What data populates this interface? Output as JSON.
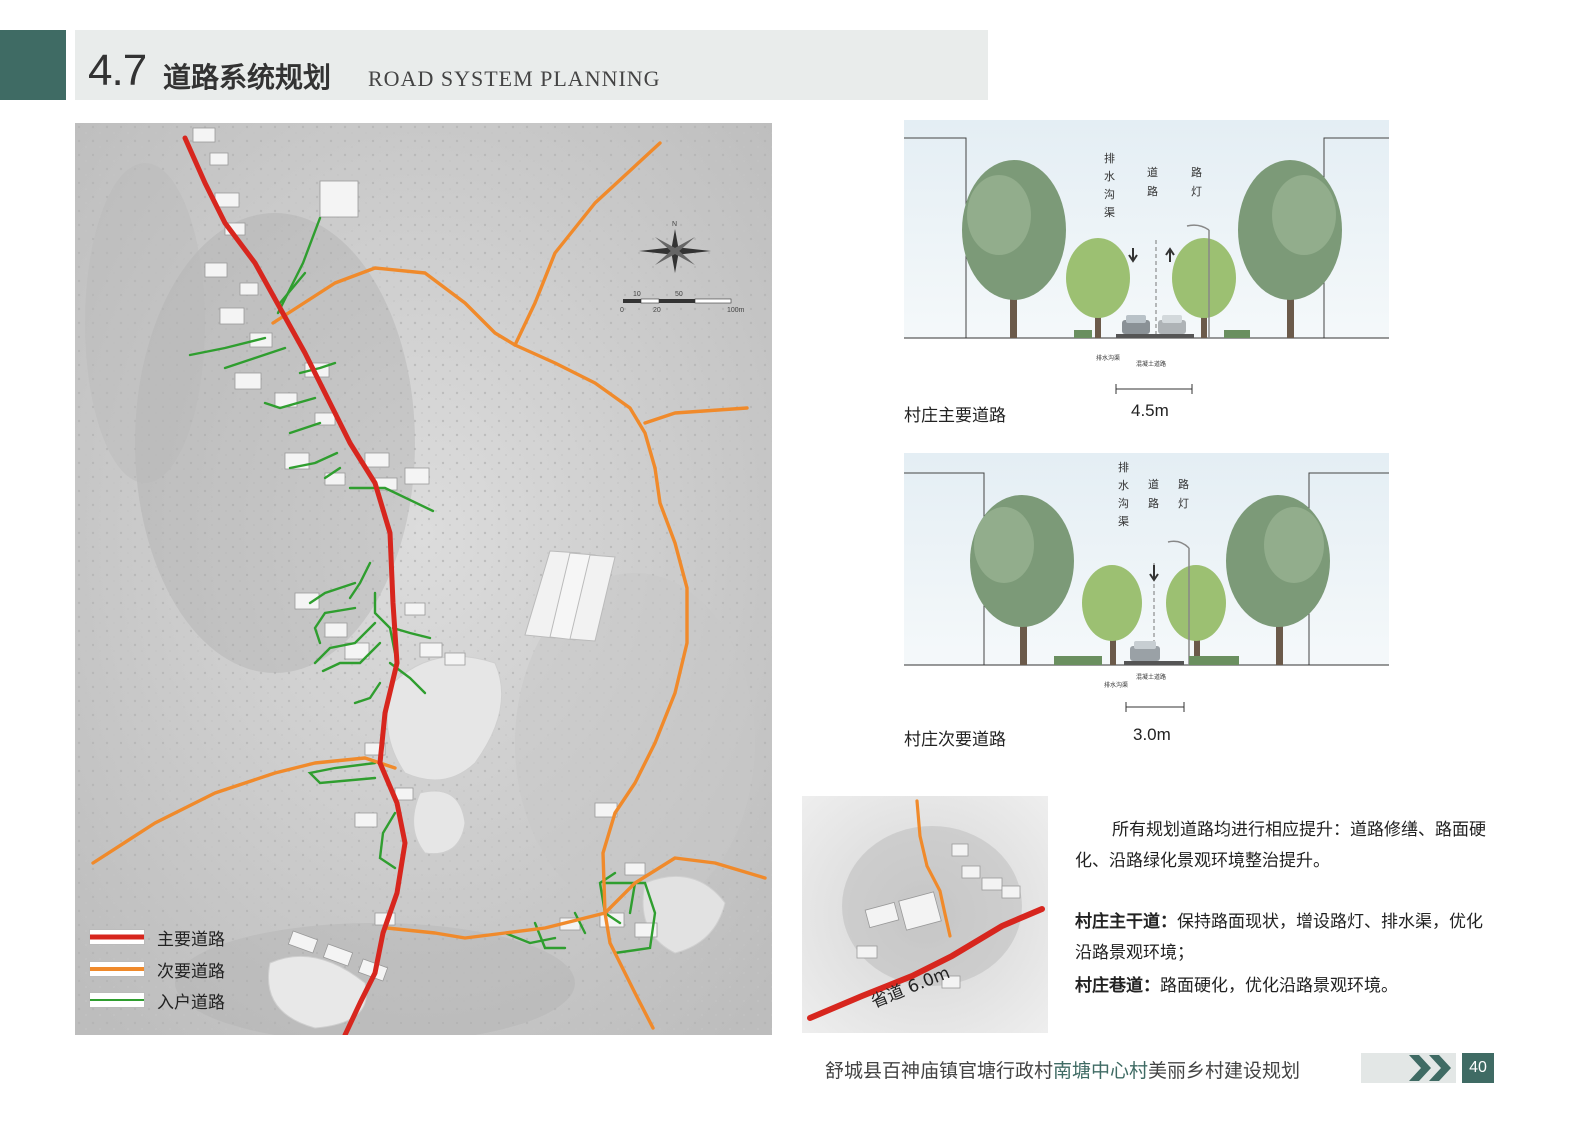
{
  "header": {
    "section_number": "4.7",
    "title_cn": "道路系统规划",
    "title_en": "ROAD SYSTEM PLANNING"
  },
  "map": {
    "scale_labels": [
      "10",
      "50",
      "0",
      "20",
      "100m"
    ],
    "north_label": "N",
    "colors": {
      "main_road": "#d7261e",
      "secondary_road": "#f08a2b",
      "entry_road": "#2f9e2f"
    }
  },
  "legend": [
    {
      "label": "主要道路",
      "color": "#d7261e"
    },
    {
      "label": "次要道路",
      "color": "#f08a2b"
    },
    {
      "label": "入户道路",
      "color": "#2f9e2f"
    }
  ],
  "sections": [
    {
      "name": "村庄主要道路",
      "width": "4.5m",
      "labels": {
        "drain": [
          "排",
          "水",
          "沟",
          "渠"
        ],
        "road": [
          "道",
          "路"
        ],
        "lamp": [
          "路",
          "灯"
        ],
        "drain_bottom": "排水沟渠",
        "road_bottom": "混凝土道路"
      }
    },
    {
      "name": "村庄次要道路",
      "width": "3.0m",
      "labels": {
        "drain": [
          "排",
          "水",
          "沟",
          "渠"
        ],
        "road": [
          "道",
          "路"
        ],
        "lamp": [
          "路",
          "灯"
        ],
        "drain_bottom": "排水沟渠",
        "road_bottom": "混凝土道路"
      }
    }
  ],
  "inset": {
    "road_label": "省道 6.0m"
  },
  "description": {
    "intro": "所有规划道路均进行相应提升：道路修缮、路面硬化、沿路绿化景观环境整治提升。",
    "main_road_title": "村庄主干道：",
    "main_road_text": "保持路面现状，增设路灯、排水渠，优化沿路景观环境；",
    "lane_title": "村庄巷道：",
    "lane_text": "路面硬化，优化沿路景观环境。"
  },
  "footer": {
    "prefix": "舒城县百神庙镇官塘行政村",
    "highlight": "南塘中心村",
    "suffix": "美丽乡村建设规划",
    "page": "40"
  }
}
